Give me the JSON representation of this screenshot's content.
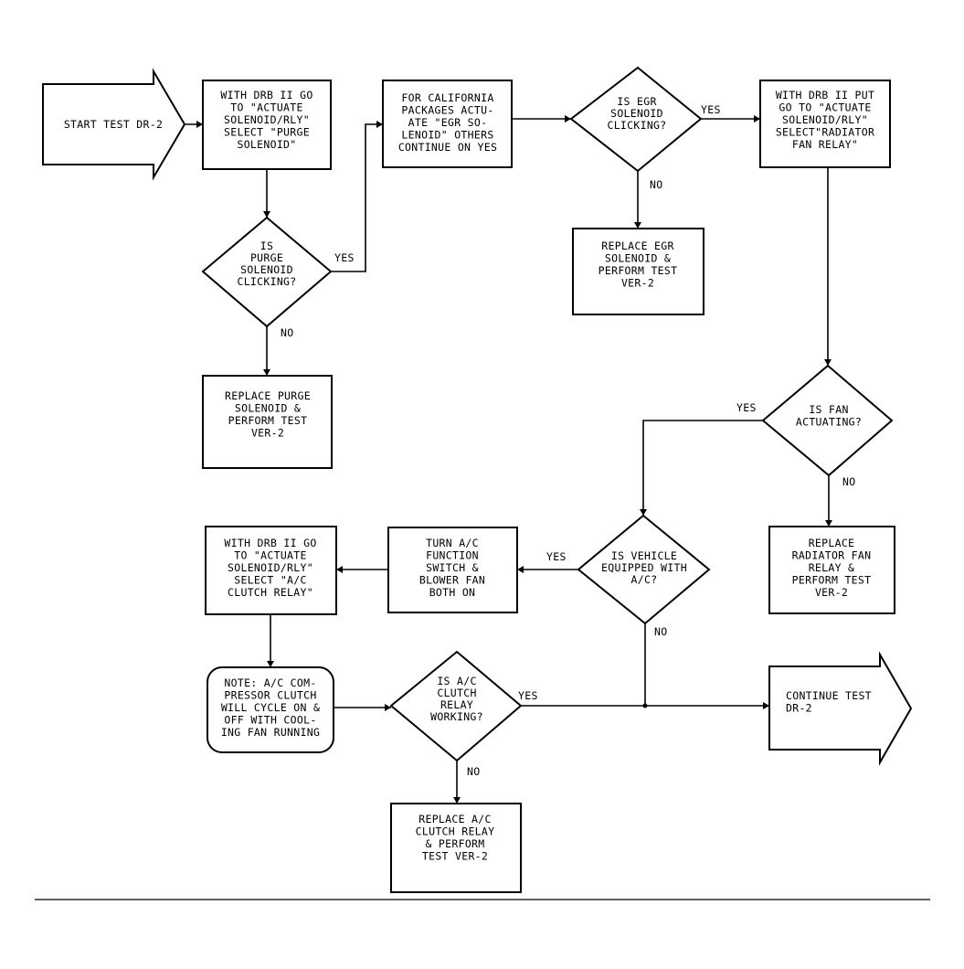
{
  "flowchart": {
    "start": [
      "START TEST DR-2"
    ],
    "n1": [
      "WITH DRB II GO",
      "TO \"ACTUATE",
      "SOLENOID/RLY\"",
      "SELECT \"PURGE",
      "SOLENOID\""
    ],
    "d_purge": [
      "IS",
      "PURGE",
      "SOLENOID",
      "CLICKING?"
    ],
    "d_purge_yes": "YES",
    "d_purge_no": "NO",
    "r_purge": [
      "REPLACE PURGE",
      "SOLENOID &",
      "PERFORM TEST",
      "VER-2"
    ],
    "n2": [
      "FOR CALIFORNIA",
      "PACKAGES ACTU-",
      "ATE \"EGR SO-",
      "LENOID\" OTHERS",
      "CONTINUE ON YES"
    ],
    "d_egr": [
      "IS EGR",
      "SOLENOID",
      "CLICKING?"
    ],
    "d_egr_yes": "YES",
    "d_egr_no": "NO",
    "r_egr": [
      "REPLACE EGR",
      "SOLENOID &",
      "PERFORM TEST",
      "VER-2"
    ],
    "n3": [
      "WITH DRB II PUT",
      "GO TO \"ACTUATE",
      "SOLENOID/RLY\"",
      "SELECT\"RADIATOR",
      "FAN RELAY\""
    ],
    "d_fan": [
      "IS FAN",
      "ACTUATING?"
    ],
    "d_fan_yes": "YES",
    "d_fan_no": "NO",
    "r_fan": [
      "REPLACE",
      "RADIATOR FAN",
      "RELAY &",
      "PERFORM TEST",
      "VER-2"
    ],
    "d_vehicle": [
      "IS VEHICLE",
      "EQUIPPED WITH",
      "A/C?"
    ],
    "d_vehicle_yes": "YES",
    "d_vehicle_no": "NO",
    "n_turn": [
      "TURN A/C",
      "FUNCTION",
      "SWITCH &",
      "BLOWER FAN",
      "BOTH ON"
    ],
    "n_actuate_ac": [
      "WITH DRB II GO",
      "TO \"ACTUATE",
      "SOLENOID/RLY\"",
      "SELECT \"A/C",
      "CLUTCH RELAY\""
    ],
    "note": [
      "NOTE: A/C COM-",
      "PRESSOR CLUTCH",
      "WILL CYCLE ON &",
      "OFF WITH COOL-",
      "ING FAN RUNNING"
    ],
    "d_clutch": [
      "IS A/C",
      "CLUTCH",
      "RELAY",
      "WORKING?"
    ],
    "d_clutch_yes": "YES",
    "d_clutch_no": "NO",
    "r_clutch": [
      "REPLACE A/C",
      "CLUTCH RELAY",
      "& PERFORM",
      "TEST VER-2"
    ],
    "end": [
      "CONTINUE TEST",
      "DR-2"
    ]
  }
}
